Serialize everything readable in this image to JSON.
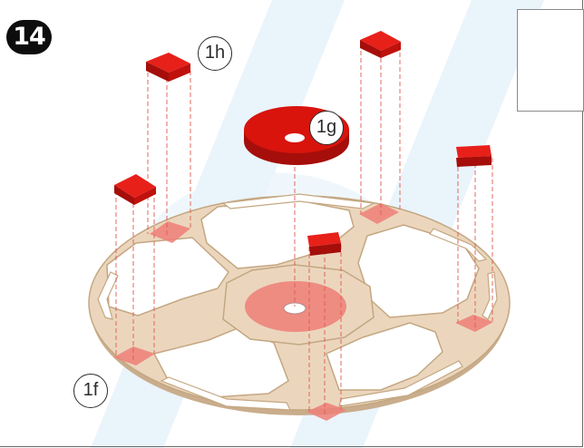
{
  "step": {
    "number": "14"
  },
  "callouts": {
    "dowel_part": "1h",
    "washer_part": "1g",
    "frame_part": "1f"
  },
  "tool_panel": {
    "icon": "glue-bottle-icon"
  },
  "colors": {
    "part_red": "#d8140d",
    "wood": "#ebd6bd",
    "wood_edge": "#c9ad8c",
    "guide_line": "#e05a4e",
    "glue_spot": "#ef7f78",
    "watermark": "#e8f3fa",
    "badge": "#0d0d0d"
  }
}
